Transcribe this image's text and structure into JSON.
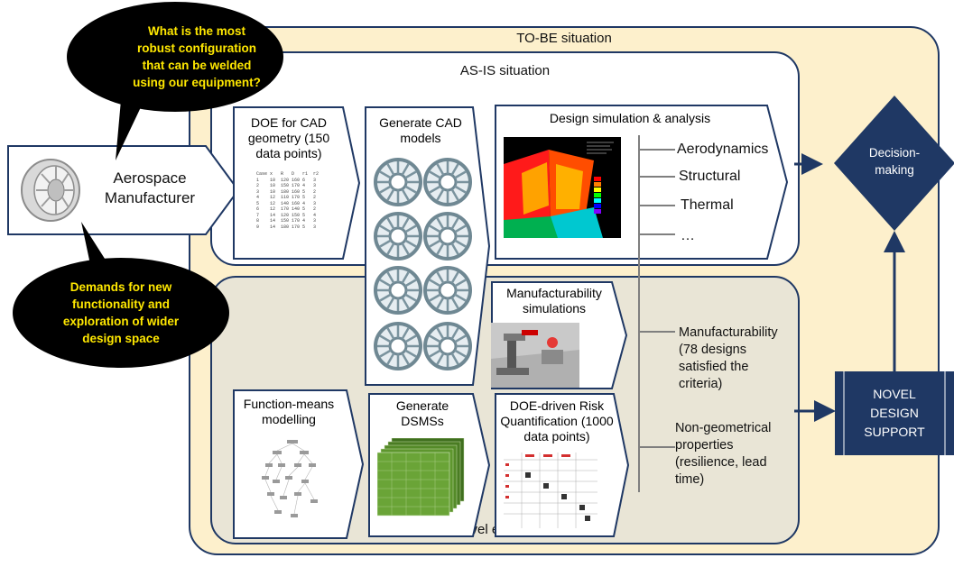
{
  "regions": {
    "to_be_title": "TO-BE situation",
    "as_is_title": "AS-IS situation",
    "novel_title": "Novel extensions"
  },
  "bubbles": {
    "question": "What is the most robust configuration that can be welded using our equipment?",
    "demands": "Demands for new functionality and exploration of wider design space"
  },
  "manufacturer": {
    "label": "Aerospace Manufacturer"
  },
  "steps": {
    "doe_cad": "DOE for CAD geometry  (150 data points)",
    "generate_cad": "Generate CAD models",
    "design_sim": "Design simulation & analysis",
    "manuf_sim": "Manufacturability simulations",
    "function_means": "Function-means modelling",
    "generate_dsms": "Generate DSMSs",
    "doe_risk": "DOE-driven Risk Quantification (1000 data points)"
  },
  "analysis_items": [
    "Aerodynamics",
    "Structural",
    "Thermal",
    "…"
  ],
  "outcomes": {
    "manufacturability": "Manufacturability (78 designs satisfied the criteria)",
    "non_geometrical": "Non-geometrical properties (resilience, lead time)"
  },
  "decision": "Decision-making",
  "novel_support": "NOVEL DESIGN SUPPORT",
  "doe_table": {
    "header": [
      "Case",
      "x",
      "R",
      "D",
      "r1",
      "r2"
    ],
    "rows": [
      [
        "1",
        "10",
        "120",
        "160",
        "6",
        "3"
      ],
      [
        "2",
        "10",
        "150",
        "170",
        "4",
        "3"
      ],
      [
        "3",
        "10",
        "180",
        "160",
        "5",
        "2"
      ],
      [
        "4",
        "12",
        "110",
        "170",
        "5",
        "2"
      ],
      [
        "5",
        "12",
        "140",
        "160",
        "4",
        "3"
      ],
      [
        "6",
        "12",
        "170",
        "140",
        "5",
        "2"
      ],
      [
        "7",
        "14",
        "120",
        "150",
        "5",
        "4"
      ],
      [
        "8",
        "14",
        "150",
        "170",
        "4",
        "3"
      ],
      [
        "9",
        "14",
        "180",
        "170",
        "5",
        "3"
      ]
    ]
  },
  "colors": {
    "navy": "#1f3864",
    "to_be_fill": "#fdf0cc",
    "novel_fill": "#e9e5d6",
    "bubble_text": "#ffe800",
    "decision_fill": "#1f3864"
  }
}
